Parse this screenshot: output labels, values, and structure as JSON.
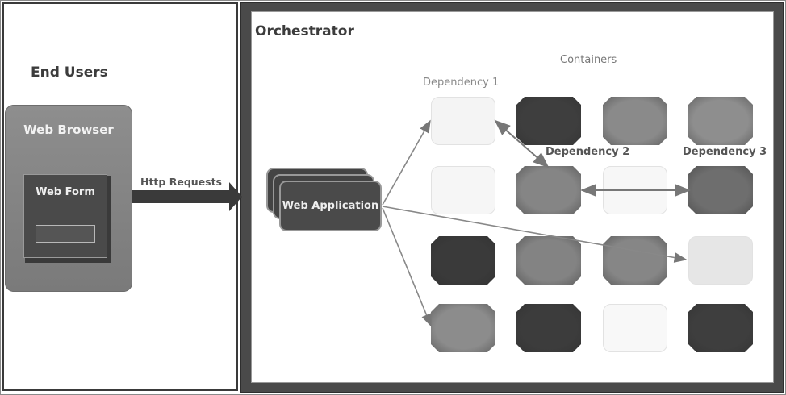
{
  "left_panel": {
    "title": "End Users",
    "browser": {
      "title": "Web Browser",
      "form": {
        "title": "Web Form"
      }
    },
    "arrow_label": "Http Requests"
  },
  "orchestrator": {
    "title": "Orchestrator",
    "web_application": "Web Application",
    "containers_label": "Containers",
    "dependency_labels": [
      "Dependency 1",
      "Dependency 2",
      "Dependency 3"
    ],
    "containers": [
      {
        "row": 1,
        "col": 1,
        "shade": "#f4f4f4"
      },
      {
        "row": 1,
        "col": 2,
        "shade": "#3e3e3e"
      },
      {
        "row": 1,
        "col": 3,
        "shade": "#8a8a8a"
      },
      {
        "row": 1,
        "col": 4,
        "shade": "#8e8e8e"
      },
      {
        "row": 2,
        "col": 1,
        "shade": "#f6f6f6"
      },
      {
        "row": 2,
        "col": 2,
        "shade": "#858585"
      },
      {
        "row": 2,
        "col": 3,
        "shade": "#f7f7f7"
      },
      {
        "row": 2,
        "col": 4,
        "shade": "#6e6e6e"
      },
      {
        "row": 3,
        "col": 1,
        "shade": "#3a3a3a"
      },
      {
        "row": 3,
        "col": 2,
        "shade": "#838383"
      },
      {
        "row": 3,
        "col": 3,
        "shade": "#868686"
      },
      {
        "row": 3,
        "col": 4,
        "shade": "#e6e6e6"
      },
      {
        "row": 4,
        "col": 1,
        "shade": "#8c8c8c"
      },
      {
        "row": 4,
        "col": 2,
        "shade": "#3c3c3c"
      },
      {
        "row": 4,
        "col": 3,
        "shade": "#f8f8f8"
      },
      {
        "row": 4,
        "col": 4,
        "shade": "#3e3e3e"
      }
    ]
  }
}
